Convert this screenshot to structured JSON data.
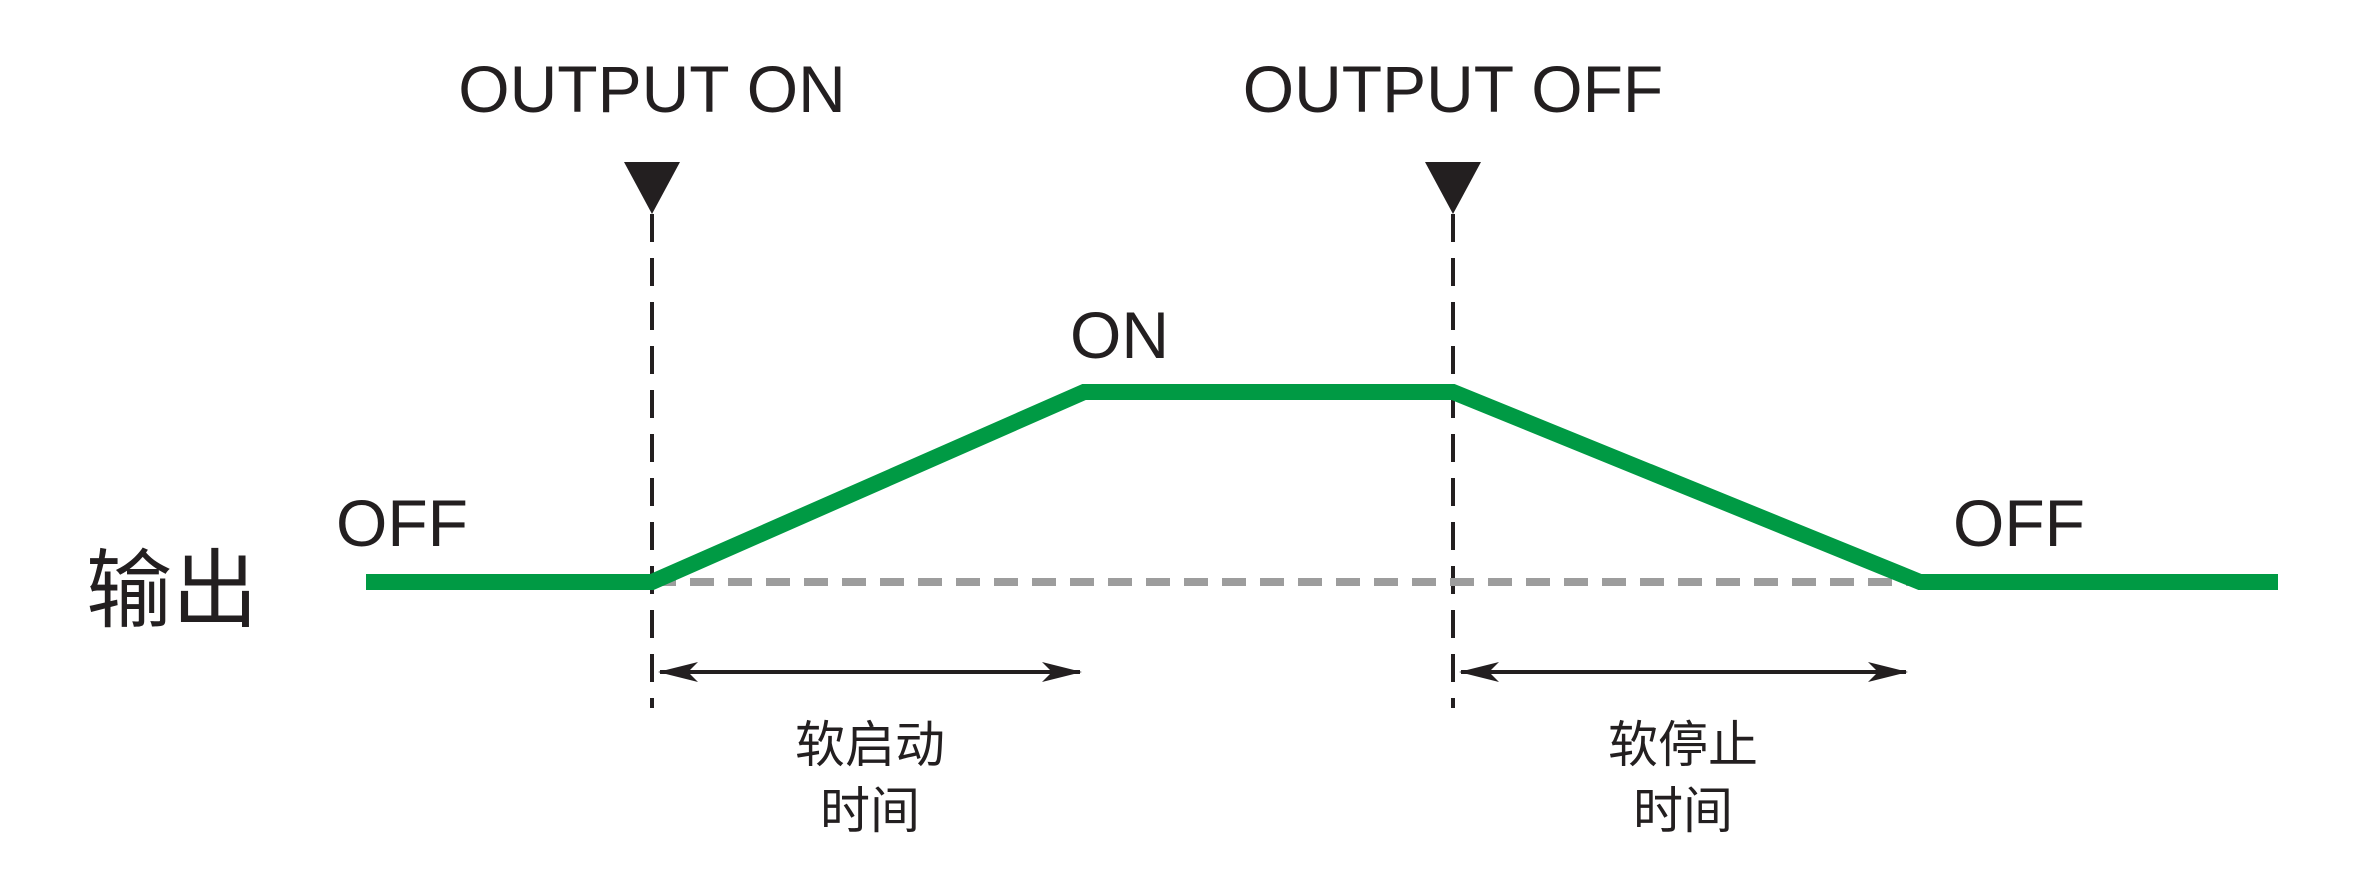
{
  "diagram": {
    "output_label": "输出",
    "events": {
      "on": "OUTPUT ON",
      "off": "OUTPUT OFF"
    },
    "states": {
      "off_left": "OFF",
      "on": "ON",
      "off_right": "OFF"
    },
    "intervals": {
      "soft_start_line1": "软启动",
      "soft_start_line2": "时间",
      "soft_stop_line1": "软停止",
      "soft_stop_line2": "时间"
    },
    "colors": {
      "signal": "#009a44",
      "baseline_dashed": "#9d9d9d",
      "markers": "#231f20",
      "text": "#231f20"
    }
  }
}
